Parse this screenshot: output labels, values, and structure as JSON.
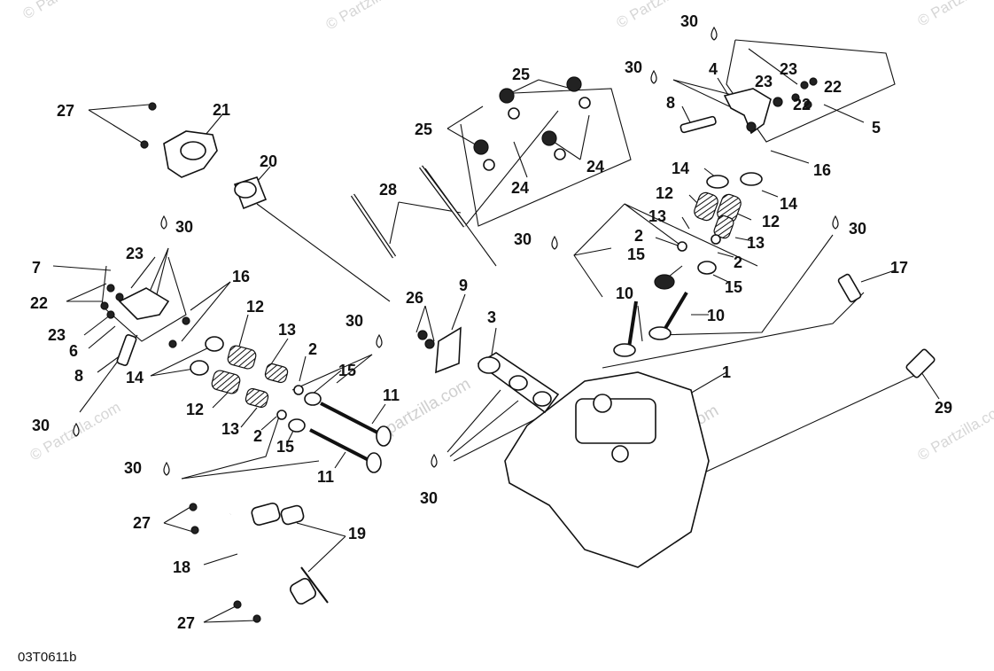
{
  "diagram": {
    "figure_code": "03T0611b",
    "watermark_text": "© Partzilla.com",
    "watermark_center": "partzilla.com",
    "callouts": [
      {
        "id": "c30-top",
        "label": "30"
      },
      {
        "id": "c30-rocker-right",
        "label": "30"
      },
      {
        "id": "c4",
        "label": "4"
      },
      {
        "id": "c23-a",
        "label": "23"
      },
      {
        "id": "c23-b",
        "label": "23"
      },
      {
        "id": "c22-a",
        "label": "22"
      },
      {
        "id": "c22-b",
        "label": "22"
      },
      {
        "id": "c8-right",
        "label": "8"
      },
      {
        "id": "c5",
        "label": "5"
      },
      {
        "id": "c25-a",
        "label": "25"
      },
      {
        "id": "c25-b",
        "label": "25"
      },
      {
        "id": "c24-a",
        "label": "24"
      },
      {
        "id": "c24-b",
        "label": "24"
      },
      {
        "id": "c27-top",
        "label": "27"
      },
      {
        "id": "c21",
        "label": "21"
      },
      {
        "id": "c20",
        "label": "20"
      },
      {
        "id": "c28",
        "label": "28"
      },
      {
        "id": "c16-right",
        "label": "16"
      },
      {
        "id": "c14-right-a",
        "label": "14"
      },
      {
        "id": "c14-right-b",
        "label": "14"
      },
      {
        "id": "c12-right-a",
        "label": "12"
      },
      {
        "id": "c12-right-b",
        "label": "12"
      },
      {
        "id": "c13-right-a",
        "label": "13"
      },
      {
        "id": "c13-right-b",
        "label": "13"
      },
      {
        "id": "c2-right-a",
        "label": "2"
      },
      {
        "id": "c2-right-b",
        "label": "2"
      },
      {
        "id": "c15-right-a",
        "label": "15"
      },
      {
        "id": "c15-right-b",
        "label": "15"
      },
      {
        "id": "c30-valve-right",
        "label": "30"
      },
      {
        "id": "c30-valve-far-right",
        "label": "30"
      },
      {
        "id": "c10-a",
        "label": "10"
      },
      {
        "id": "c10-b",
        "label": "10"
      },
      {
        "id": "c17",
        "label": "17"
      },
      {
        "id": "c1",
        "label": "1"
      },
      {
        "id": "c29",
        "label": "29"
      },
      {
        "id": "c30-left-rocker",
        "label": "30"
      },
      {
        "id": "c7",
        "label": "7"
      },
      {
        "id": "c23-left",
        "label": "23"
      },
      {
        "id": "c22-left",
        "label": "22"
      },
      {
        "id": "c23-left-b",
        "label": "23"
      },
      {
        "id": "c6",
        "label": "6"
      },
      {
        "id": "c8-left",
        "label": "8"
      },
      {
        "id": "c16-left",
        "label": "16"
      },
      {
        "id": "c12-left-a",
        "label": "12"
      },
      {
        "id": "c13-left-a",
        "label": "13"
      },
      {
        "id": "c14-left",
        "label": "14"
      },
      {
        "id": "c12-left-b",
        "label": "12"
      },
      {
        "id": "c13-left-b",
        "label": "13"
      },
      {
        "id": "c2-left-a",
        "label": "2"
      },
      {
        "id": "c2-left-b",
        "label": "2"
      },
      {
        "id": "c15-left-a",
        "label": "15"
      },
      {
        "id": "c15-left-b",
        "label": "15"
      },
      {
        "id": "c30-left-valve",
        "label": "30"
      },
      {
        "id": "c11-a",
        "label": "11"
      },
      {
        "id": "c11-b",
        "label": "11"
      },
      {
        "id": "c30-left-low",
        "label": "30"
      },
      {
        "id": "c30-left-bottom",
        "label": "30"
      },
      {
        "id": "c26",
        "label": "26"
      },
      {
        "id": "c9",
        "label": "9"
      },
      {
        "id": "c3",
        "label": "3"
      },
      {
        "id": "c30-cam",
        "label": "30"
      },
      {
        "id": "c27-mid",
        "label": "27"
      },
      {
        "id": "c19",
        "label": "19"
      },
      {
        "id": "c18",
        "label": "18"
      },
      {
        "id": "c27-bottom",
        "label": "27"
      }
    ]
  }
}
